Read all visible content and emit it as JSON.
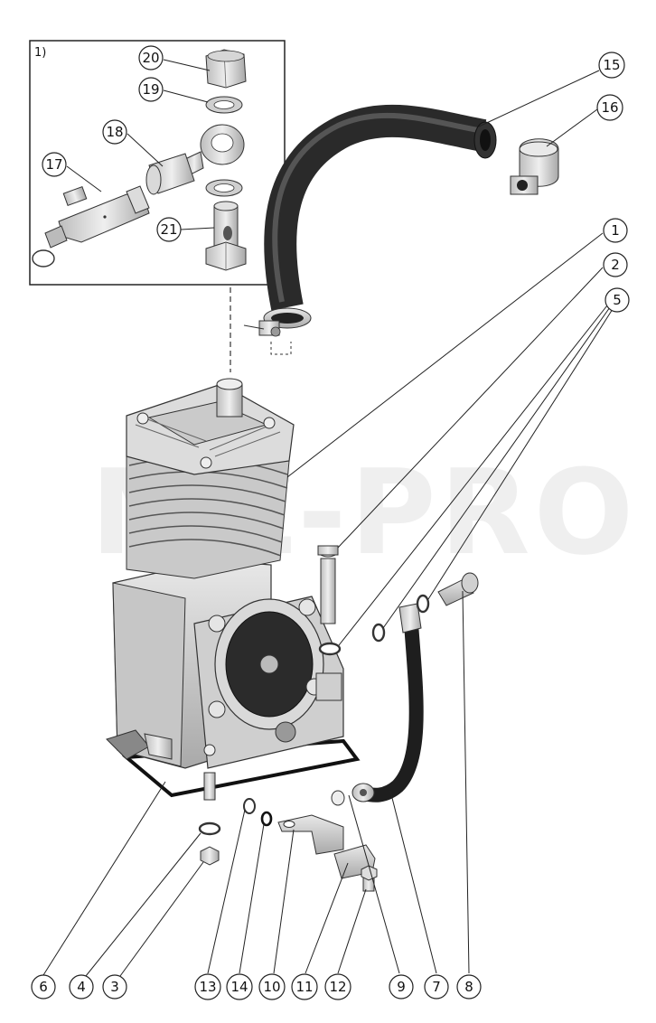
{
  "inset": {
    "label": "1)"
  },
  "watermark": "MZ-PRO",
  "callouts": [
    {
      "id": "c20",
      "text": "20"
    },
    {
      "id": "c19",
      "text": "19"
    },
    {
      "id": "c18",
      "text": "18"
    },
    {
      "id": "c17",
      "text": "17"
    },
    {
      "id": "c21",
      "text": "21"
    },
    {
      "id": "c15",
      "text": "15"
    },
    {
      "id": "c16",
      "text": "16"
    },
    {
      "id": "c1",
      "text": "1"
    },
    {
      "id": "c2",
      "text": "2"
    },
    {
      "id": "c5",
      "text": "5"
    },
    {
      "id": "c6",
      "text": "6"
    },
    {
      "id": "c4",
      "text": "4"
    },
    {
      "id": "c3",
      "text": "3"
    },
    {
      "id": "c13",
      "text": "13"
    },
    {
      "id": "c14",
      "text": "14"
    },
    {
      "id": "c10",
      "text": "10"
    },
    {
      "id": "c11",
      "text": "11"
    },
    {
      "id": "c12",
      "text": "12"
    },
    {
      "id": "c9",
      "text": "9"
    },
    {
      "id": "c7",
      "text": "7"
    },
    {
      "id": "c8",
      "text": "8"
    }
  ]
}
